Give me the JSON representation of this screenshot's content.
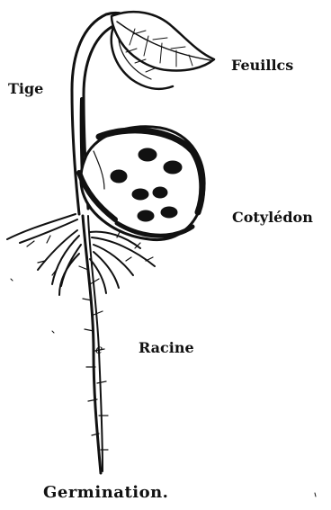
{
  "labels": {
    "tige": "Tige",
    "feuilles": "Feuillcs",
    "cotyledon": "Cotylédon",
    "racine": "Racine",
    "e_mark": "e"
  },
  "caption": "Germination.",
  "colors": {
    "ink": "#111111",
    "paper": "#ffffff"
  }
}
